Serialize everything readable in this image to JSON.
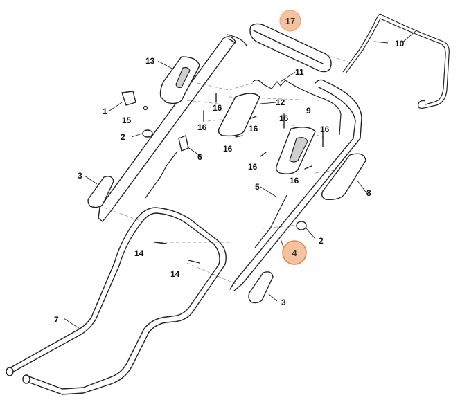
{
  "diagram": {
    "callouts": [
      {
        "id": "c17",
        "text": "17",
        "highlighted": true
      },
      {
        "id": "c10",
        "text": "10",
        "highlighted": false
      },
      {
        "id": "c13",
        "text": "13",
        "highlighted": false
      },
      {
        "id": "c11",
        "text": "11",
        "highlighted": false
      },
      {
        "id": "c12",
        "text": "12",
        "highlighted": false
      },
      {
        "id": "c1",
        "text": "1",
        "highlighted": false
      },
      {
        "id": "c15",
        "text": "15",
        "highlighted": false
      },
      {
        "id": "c16a",
        "text": "16",
        "highlighted": false
      },
      {
        "id": "c16b",
        "text": "16",
        "highlighted": false
      },
      {
        "id": "c16c",
        "text": "16",
        "highlighted": false
      },
      {
        "id": "c16d",
        "text": "16",
        "highlighted": false
      },
      {
        "id": "c16e",
        "text": "16",
        "highlighted": false
      },
      {
        "id": "c16f",
        "text": "16",
        "highlighted": false
      },
      {
        "id": "c16g",
        "text": "16",
        "highlighted": false
      },
      {
        "id": "c16h",
        "text": "16",
        "highlighted": false
      },
      {
        "id": "c9",
        "text": "9",
        "highlighted": false
      },
      {
        "id": "c2a",
        "text": "2",
        "highlighted": false
      },
      {
        "id": "c6",
        "text": "6",
        "highlighted": false
      },
      {
        "id": "c3a",
        "text": "3",
        "highlighted": false
      },
      {
        "id": "c5",
        "text": "5",
        "highlighted": false
      },
      {
        "id": "c8",
        "text": "8",
        "highlighted": false
      },
      {
        "id": "c4",
        "text": "4",
        "highlighted": true
      },
      {
        "id": "c2b",
        "text": "2",
        "highlighted": false
      },
      {
        "id": "c14a",
        "text": "14",
        "highlighted": false
      },
      {
        "id": "c14b",
        "text": "14",
        "highlighted": false
      },
      {
        "id": "c3b",
        "text": "3",
        "highlighted": false
      },
      {
        "id": "c7",
        "text": "7",
        "highlighted": false
      }
    ],
    "highlight_color": "#f5c2a0",
    "highlight_stroke": "#e8873f"
  }
}
